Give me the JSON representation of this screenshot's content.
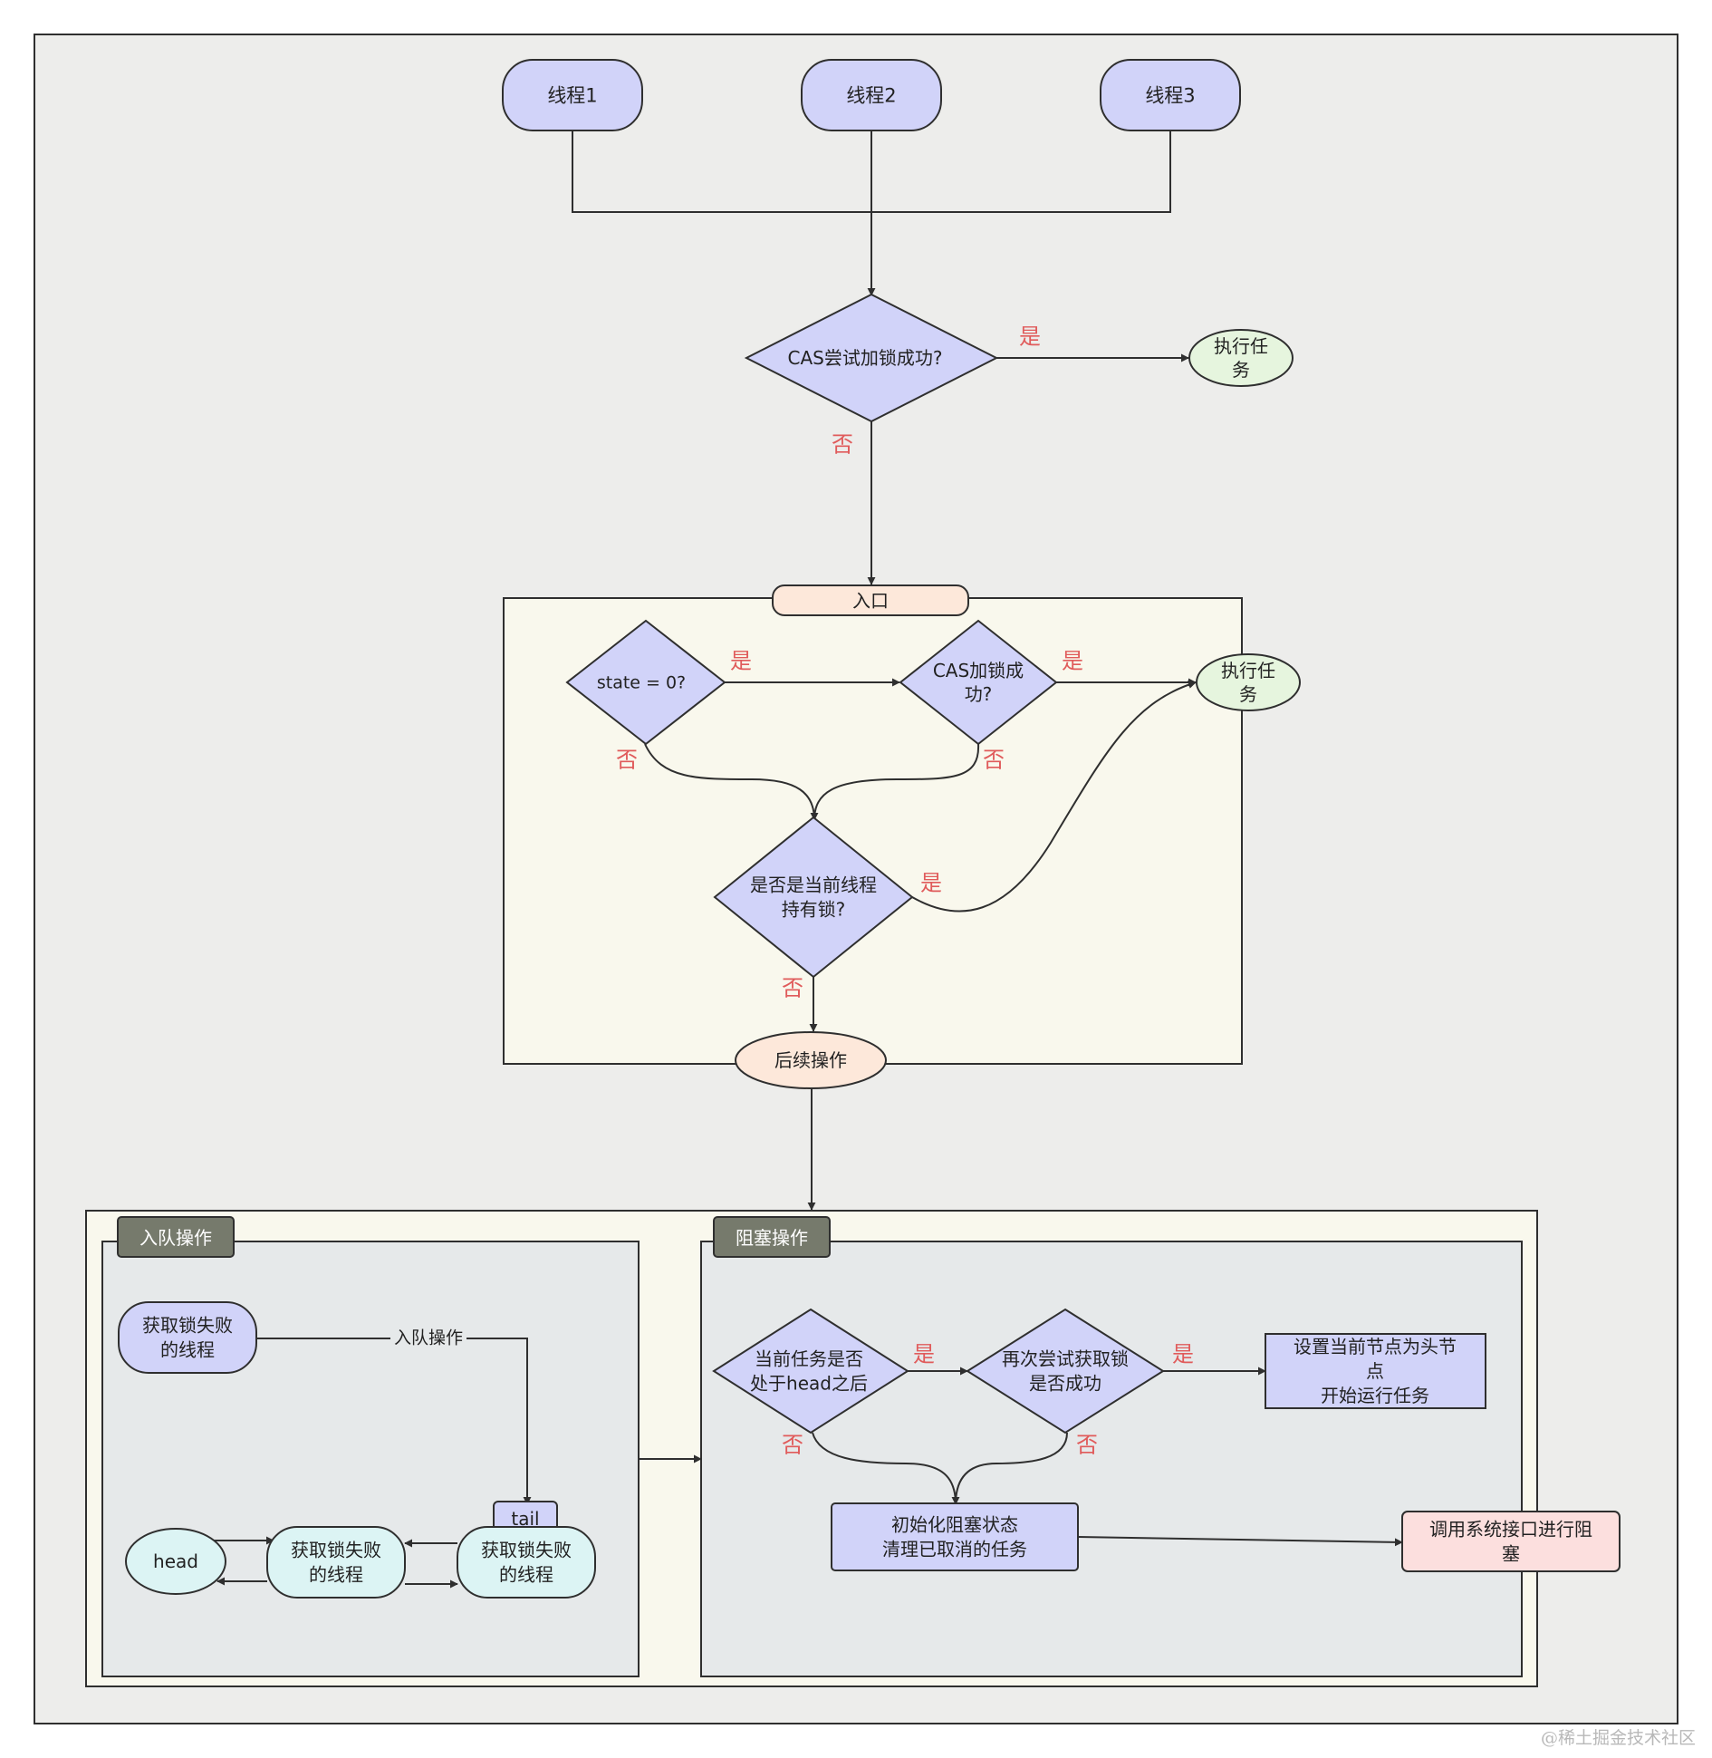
{
  "threads": [
    "线程1",
    "线程2",
    "线程3"
  ],
  "decision_cas_try": "CAS尝试加锁成功?",
  "yes": "是",
  "no": "否",
  "execute_task": "执行任\n务",
  "entry": {
    "title": "入口",
    "state_check": "state = 0?",
    "cas_lock": "CAS加锁成\n功?",
    "current_holder": "是否是当前线程\n持有锁?",
    "execute_task": "执行任\n务",
    "followup": "后续操作"
  },
  "enqueue": {
    "title": "入队操作",
    "failed_thread": "获取锁失败\n的线程",
    "edge_label": "入队操作",
    "tail": "tail",
    "head": "head",
    "queue_node_1": "获取锁失败\n的线程",
    "queue_node_2": "获取锁失败\n的线程"
  },
  "blocking": {
    "title": "阻塞操作",
    "after_head": "当前任务是否\n处于head之后",
    "retry_acquire": "再次尝试获取锁\n是否成功",
    "set_head": "设置当前节点为头节\n点\n开始运行任务",
    "init_block": "初始化阻塞状态\n清理已取消的任务",
    "syscall_block": "调用系统接口进行阻\n塞"
  },
  "watermark": "@稀土掘金技术社区",
  "colors": {
    "canvas_bg": "#ededeb",
    "panel_bg": "#f9f8ed",
    "group_bg": "#e6e9ea",
    "lavender": "#d1d3f9",
    "green": "#e6f5de",
    "peach": "#fde8da",
    "cyan": "#dcf4f4",
    "pink": "#fcdfde",
    "label_red": "#e05b5b",
    "tag_dark": "#767a6c",
    "stroke": "#2f2f2f"
  }
}
